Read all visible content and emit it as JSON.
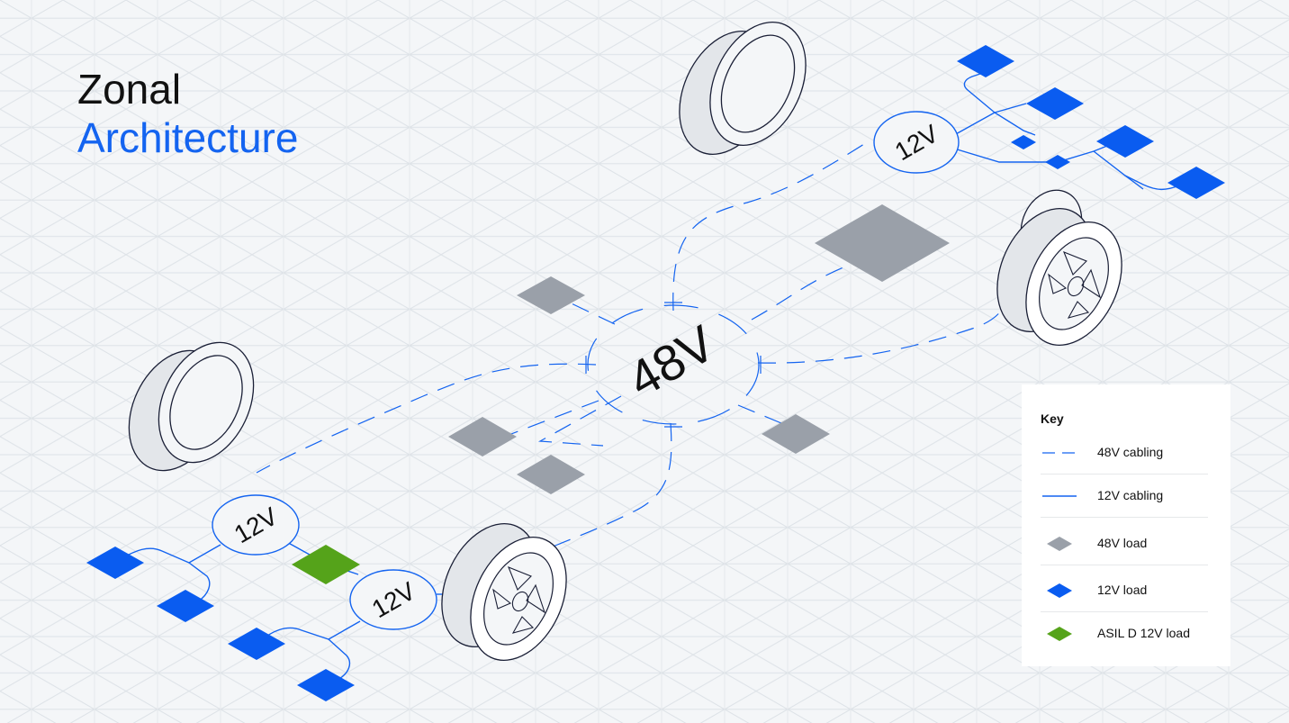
{
  "title": {
    "line1": "Zonal",
    "line2": "Architecture"
  },
  "diagram": {
    "central_hub_label": "48V",
    "zone_front_right_label": "12V",
    "zone_rear_left_label": "12V",
    "zone_rear_left_secondary_label": "12V"
  },
  "key": {
    "title": "Key",
    "items": [
      {
        "label": "48V cabling",
        "icon": "dashed-line-icon"
      },
      {
        "label": "12V cabling",
        "icon": "solid-line-icon"
      },
      {
        "label": "48V load",
        "icon": "gray-diamond-icon"
      },
      {
        "label": "12V load",
        "icon": "blue-diamond-icon"
      },
      {
        "label": "ASIL D 12V load",
        "icon": "green-diamond-icon"
      }
    ]
  },
  "colors": {
    "background": "#f4f6f8",
    "grid": "#dde2e7",
    "accent_blue": "#1464f0",
    "load_48v": "#9aa0a9",
    "load_12v": "#0a5cf0",
    "load_asil_d": "#55a31a",
    "outline": "#1a1f36"
  }
}
